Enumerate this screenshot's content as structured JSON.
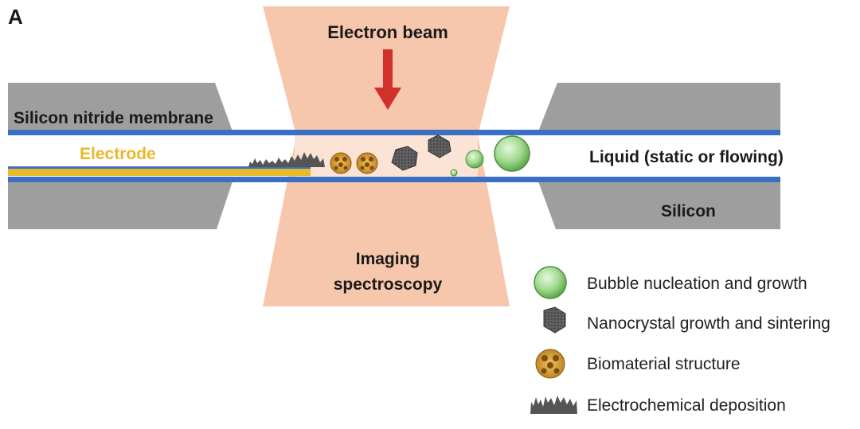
{
  "panel_label": "A",
  "labels": {
    "electron_beam": "Electron beam",
    "silicon_nitride_membrane": "Silicon nitride membrane",
    "electrode": "Electrode",
    "liquid": "Liquid (static or flowing)",
    "silicon": "Silicon",
    "imaging_line1": "Imaging",
    "imaging_line2": "spectroscopy"
  },
  "legend": {
    "items": [
      {
        "icon": "bubble-icon",
        "label": "Bubble nucleation and growth"
      },
      {
        "icon": "nanocrystal-icon",
        "label": "Nanocrystal growth and sintering"
      },
      {
        "icon": "biomaterial-icon",
        "label": "Biomaterial structure"
      },
      {
        "icon": "deposition-icon",
        "label": "Electrochemical deposition"
      }
    ]
  },
  "colors": {
    "beam": "#f6c7ad",
    "silicon": "#9e9e9e",
    "membrane_line": "#3a6fc4",
    "electrode": "#e8b92a",
    "arrow": "#d2302a",
    "bubble": "#8ccf7a",
    "crystal": "#555555",
    "bio": "#d9a23a",
    "electrode_label": "#e8b92a"
  }
}
